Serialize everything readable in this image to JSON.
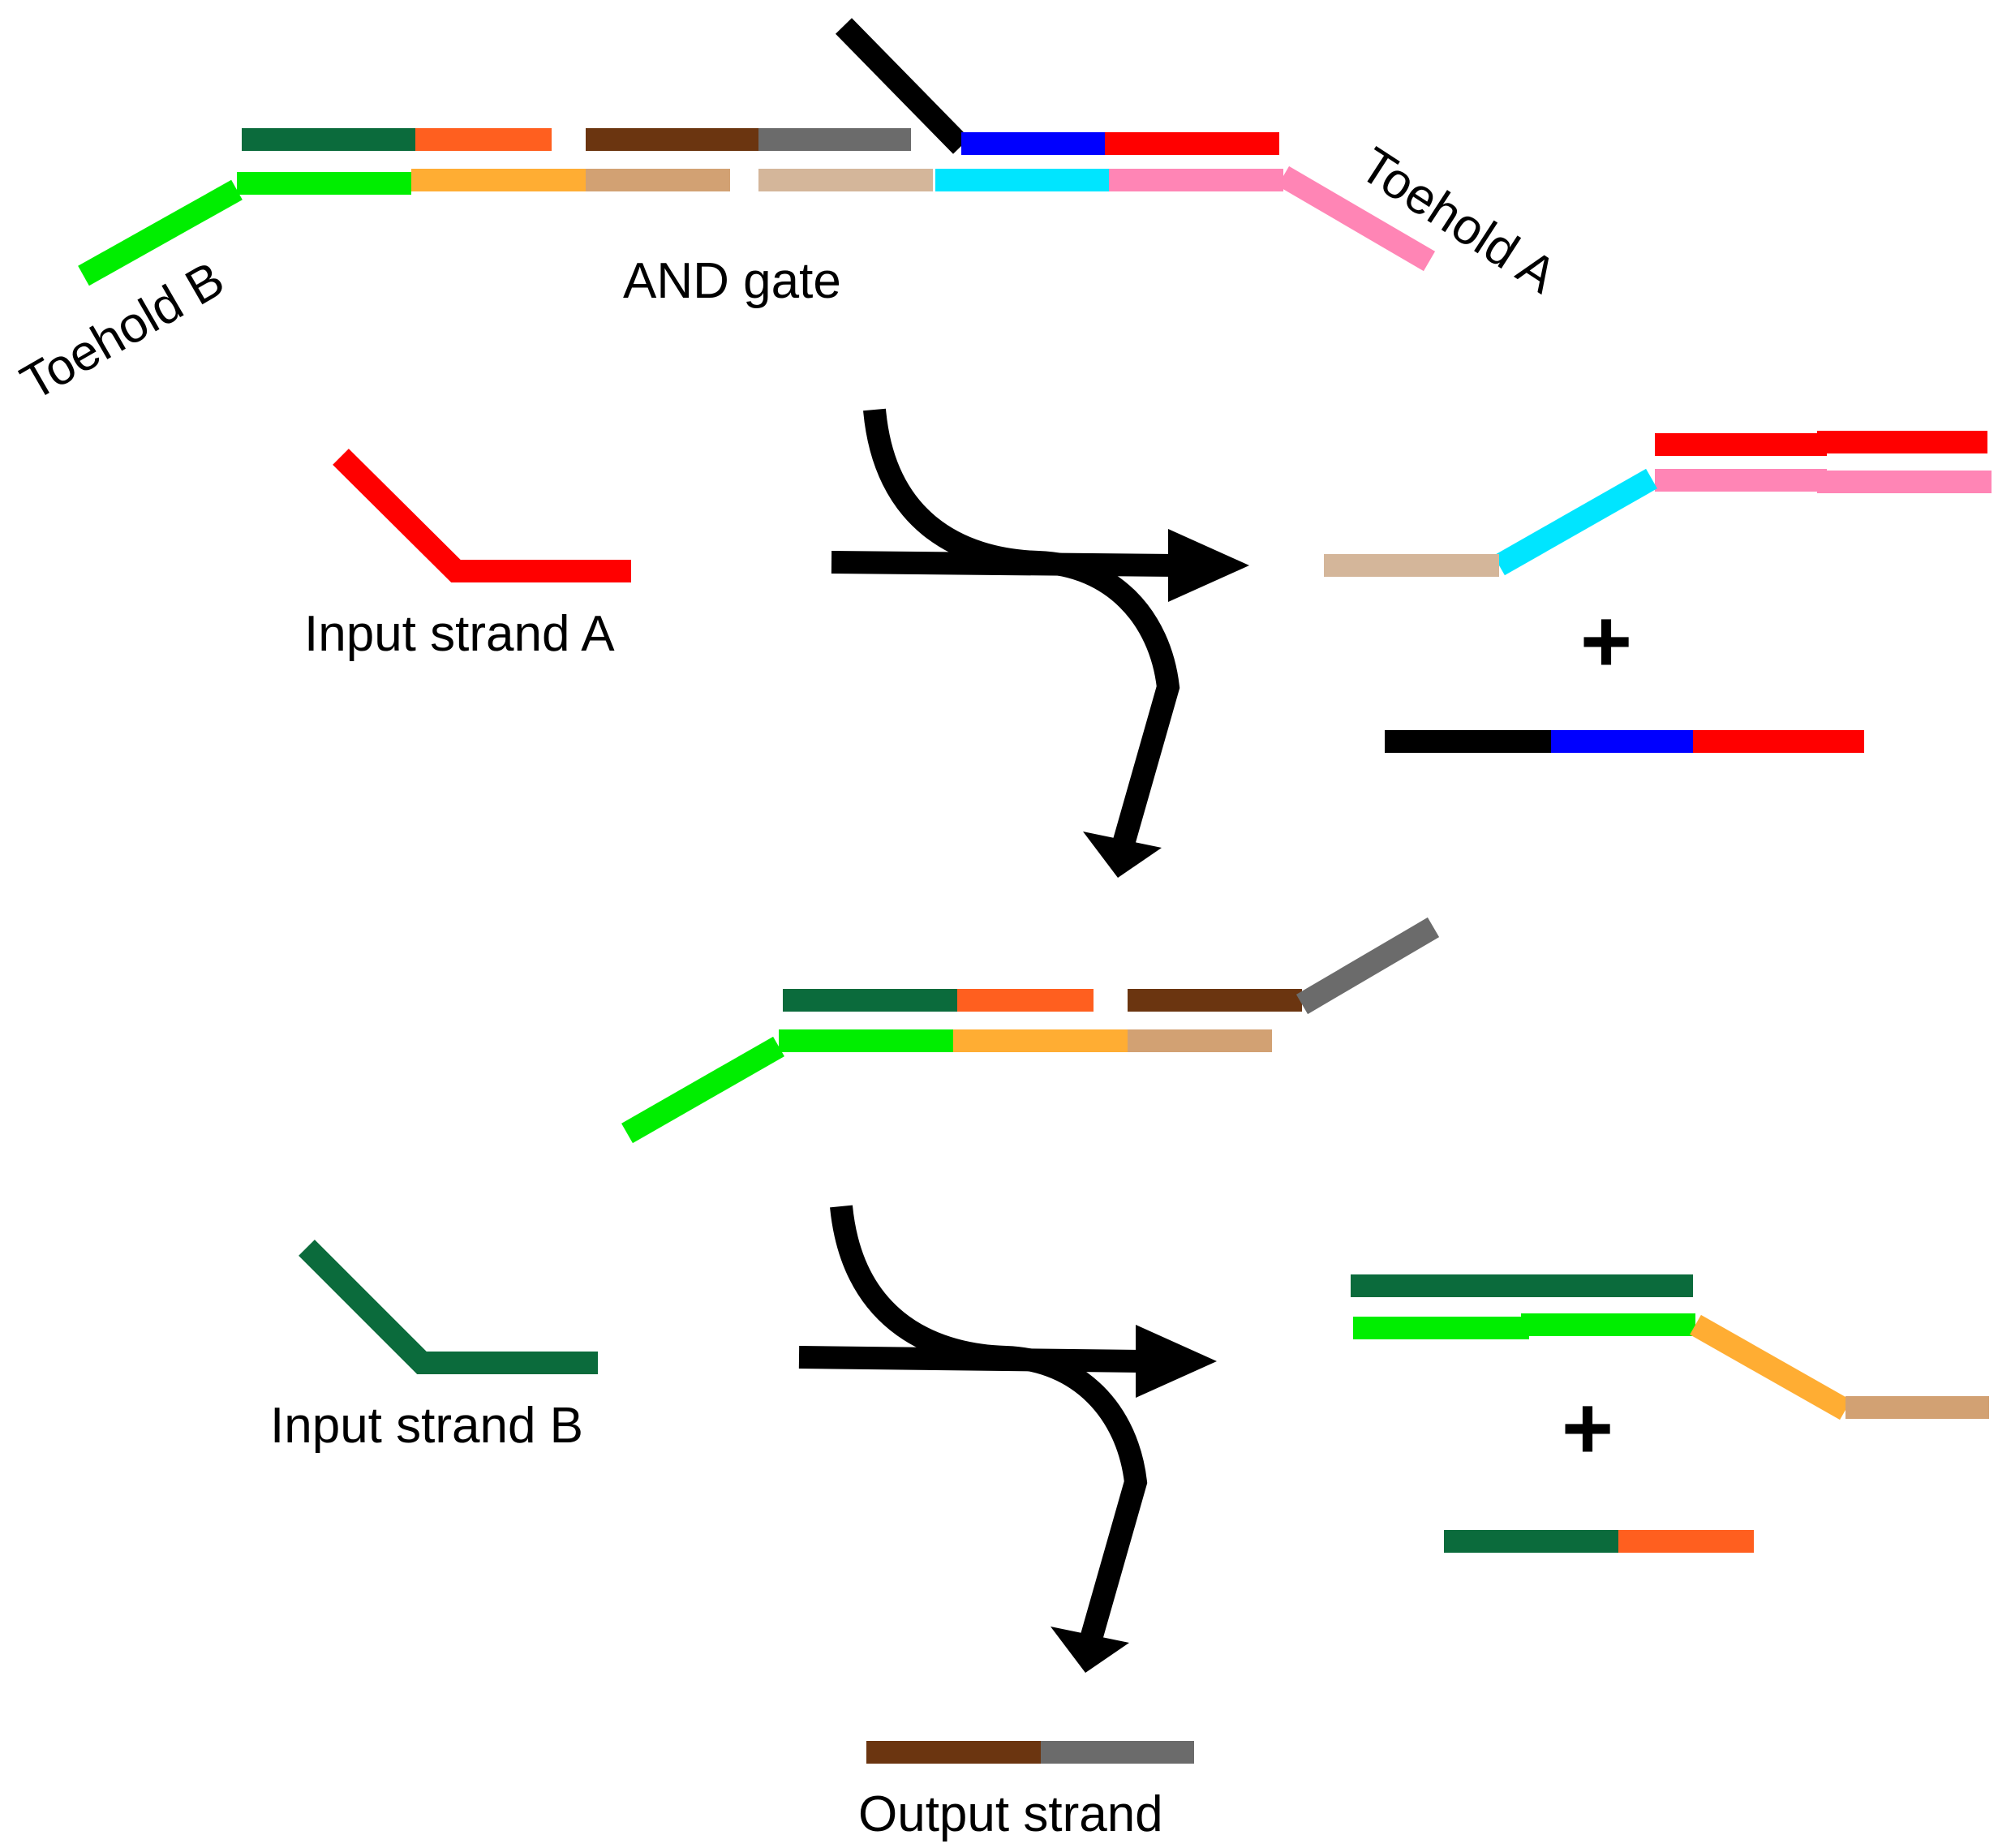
{
  "labels": {
    "toehold_b": "Toehold B",
    "and_gate": "AND gate",
    "toehold_a": "Toehold A",
    "input_a": "Input strand A",
    "input_b": "Input strand B",
    "output": "Output strand",
    "plus": "+"
  },
  "colors": {
    "dark_green": "#0b6b3c",
    "orange": "#ff5f1f",
    "brown": "#6b3510",
    "gray": "#6b6b6b",
    "black": "#000000",
    "blue": "#0000ff",
    "red": "#ff0000",
    "light_green": "#00ee00",
    "yellow_orange": "#ffad33",
    "tan": "#d2a173",
    "light_tan": "#d4b69a",
    "cyan": "#00e5ff",
    "pink": "#ff85b5"
  }
}
